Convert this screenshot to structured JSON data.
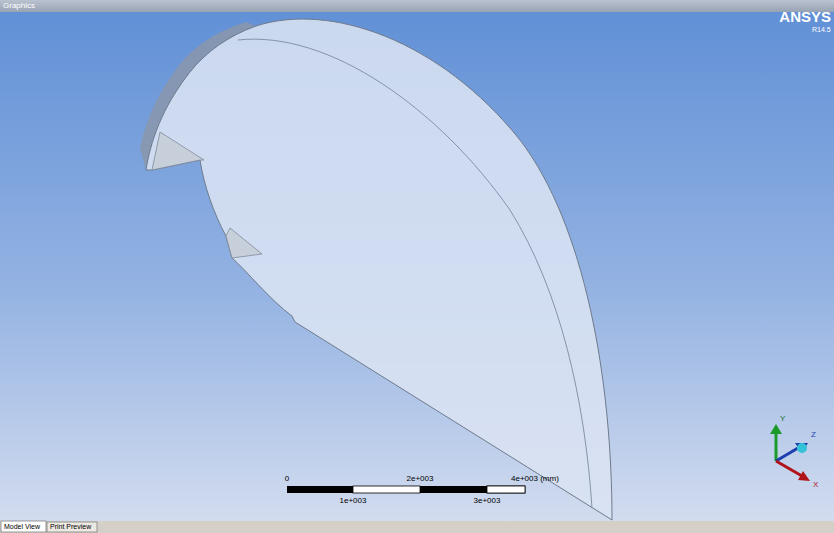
{
  "diagram": {
    "labels": [
      "Graphics",
      "ANSYS",
      "R14.5",
      "0",
      "2e+003",
      "4e+003 (mm)",
      "1e+003",
      "3e+003",
      "Y",
      "Z",
      "X",
      "Model View",
      "Print Preview"
    ]
  }
}
